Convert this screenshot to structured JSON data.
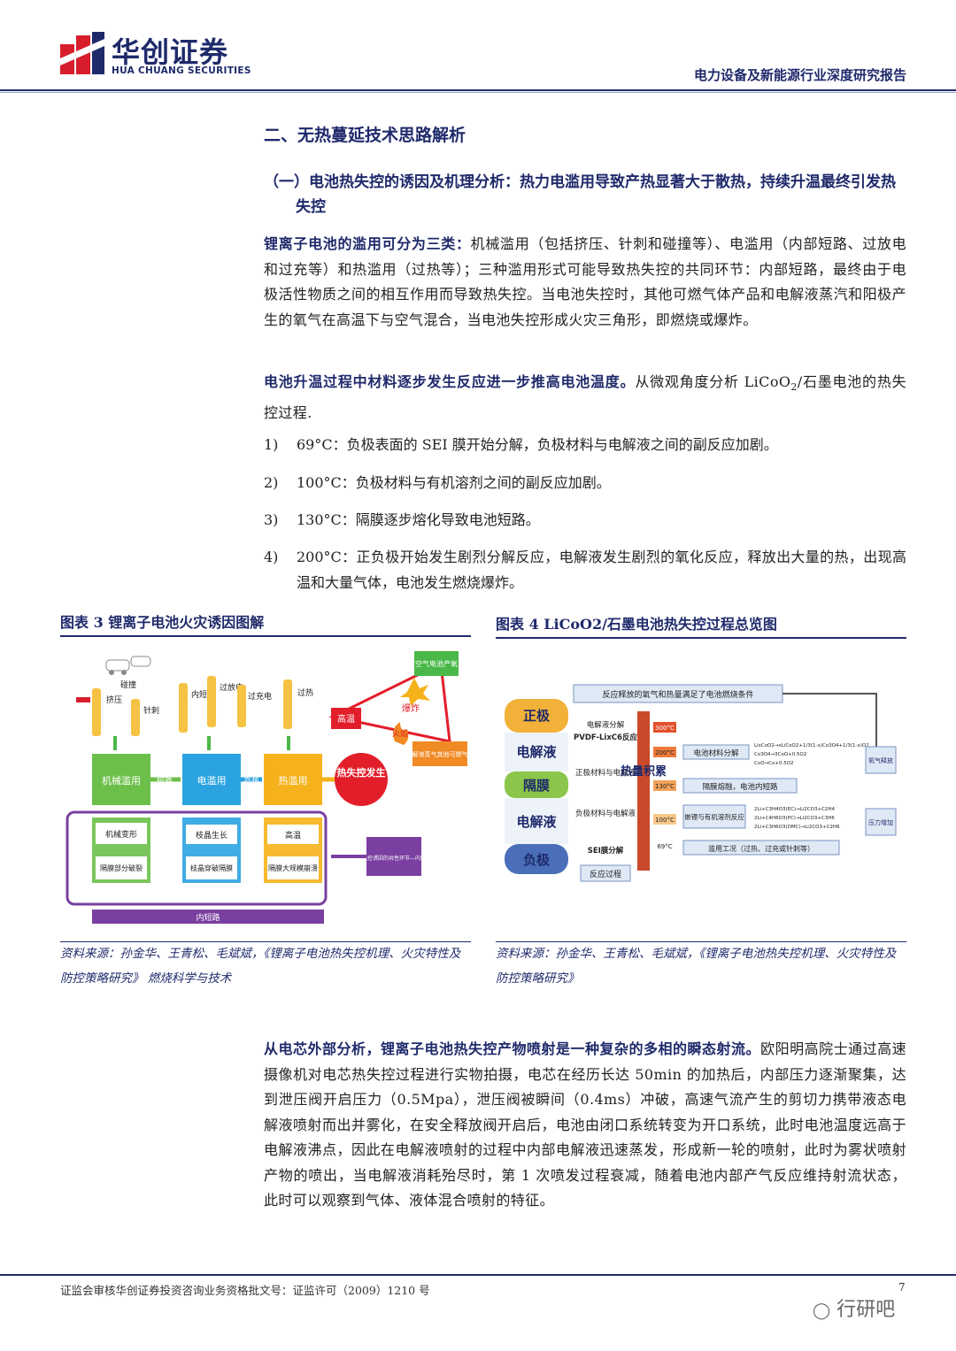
{
  "header": {
    "brand_cn": "华创证券",
    "brand_en": "HUA CHUANG SECURITIES",
    "report_type": "电力设备及新能源行业深度研究报告"
  },
  "section": {
    "title": "二、无热蔓延技术思路解析",
    "subsection": "（一）电池热失控的诱因及机理分析：热力电滥用导致产热显著大于散热，持续升温最终引发热失控"
  },
  "paragraphs": {
    "p1_lead": "锂离子电池的滥用可分为三类：",
    "p1_body": "机械滥用（包括挤压、针刺和碰撞等）、电滥用（内部短路、过放电和过充等）和热滥用（过热等）；三种滥用形式可能导致热失控的共同环节：内部短路，最终由于电极活性物质之间的相互作用而导致热失控。当电池失控时，其他可燃气体产品和电解液蒸汽和阳极产生的氧气在高温下与空气混合，当电池失控形成火灾三角形，即燃烧或爆炸。",
    "p2_lead": "电池升温过程中材料逐步发生反应进一步推高电池温度。",
    "p2_body_a": "从微观角度分析 LiCoO",
    "p2_sub": "2",
    "p2_body_b": "/石墨电池的热失控过程.",
    "p3_lead": "从电芯外部分析，锂离子电池热失控产物喷射是一种复杂的多相的瞬态射流。",
    "p3_body": "欧阳明高院士通过高速摄像机对电芯热失控过程进行实物拍摄，电芯在经历长达 50min 的加热后，内部压力逐渐聚集，达到泄压阀开启压力（0.5Mpa），泄压阀被瞬间（0.4ms）冲破，高速气流产生的剪切力携带液态电解液喷射而出并雾化，在安全释放阀开启后，电池由闭口系统转变为开口系统，此时电池温度远高于电解液沸点，因此在电解液喷射的过程中内部电解液迅速蒸发，形成新一轮的喷射，此时为雾状喷射产物的喷出，当电解液消耗殆尽时，第 1 次喷发过程衰减，随着电池内部产气反应维持射流状态，此时可以观察到气体、液体混合喷射的特征。"
  },
  "list": [
    {
      "num": "1)",
      "text": "69°C：负极表面的 SEI 膜开始分解，负极材料与电解液之间的副反应加剧。"
    },
    {
      "num": "2)",
      "text": "100°C：负极材料与有机溶剂之间的副反应加剧。"
    },
    {
      "num": "3)",
      "text": "130°C：隔膜逐步熔化导致电池短路。"
    },
    {
      "num": "4)",
      "text": "200°C：正负极开始发生剧烈分解反应，电解液发生剧烈的氧化反应，释放出大量的热，出现高温和大量气体，电池发生燃烧爆炸。"
    }
  ],
  "figure3": {
    "title": "图表 3    锂离子电池火灾诱因图解",
    "source": "资料来源：孙金华、王青松、毛斌斌，《锂离子电池热失控机理、火灾特性及防控策略研究》 燃烧科学与技术",
    "diagram": {
      "top_labels": [
        "碰撞",
        "挤压",
        "针刺",
        "内短路",
        "过放电",
        "过充电",
        "过热"
      ],
      "abuse_boxes": [
        "机械滥用",
        "电滥用",
        "热滥用"
      ],
      "arrow_labels": [
        "短路",
        "产热"
      ],
      "effects": [
        "机械变形",
        "隔膜部分破裂",
        "枝晶生长",
        "枝晶穿破隔膜",
        "高温",
        "隔膜大规模崩溃"
      ],
      "bottom_bar": "内短路",
      "center": "热失控发生",
      "triangle": [
        "高温",
        "空气电池产氧",
        "爆炸",
        "火焰",
        "电解液蒸气其他可燃气体"
      ],
      "common_note": "热失控诱因的共性环节—内短路"
    }
  },
  "figure4": {
    "title": "图表 4    LiCoO2/石墨电池热失控过程总览图",
    "source": "资料来源：孙金华、王青松、毛斌斌，《锂离子电池热失控机理、火灾特性及防控策略研究》",
    "diagram": {
      "top_banner": "反应释放的氧气和热量满足了电池燃烧条件",
      "layers": [
        "正极",
        "电解液",
        "隔膜",
        "电解液",
        "负极"
      ],
      "left_items": [
        "电解液分解",
        "PVDF-LixC6反应",
        "正极材料与电解液",
        "负极材料与电解液",
        "SEI膜分解",
        "反应过程"
      ],
      "heat_label": "热量积累",
      "temps": [
        "300°C",
        "200°C",
        "130°C",
        "100°C",
        "69°C"
      ],
      "events": [
        "电池材料分解",
        "隔膜熔融，电池内短路",
        "嵌锂与有机溶剂反应",
        "滥用工况（过热、过充或针刺等）"
      ],
      "equations": [
        "LixCoO2→xLiCoO2+1/3(1-x)Co3O4+1/3(1-x)O2",
        "Co3O4→3CoO+0.5O2",
        "CoO→Co+0.5O2",
        "2Li+C3H4O3(EC)→Li2CO3+C2H4",
        "2Li+C4H6O3(PC)→Li2CO3+C3H6",
        "2Li+C3H6O3(DMC)→Li2CO3+C2H6"
      ],
      "right_boxes": [
        "氧气释放",
        "压力增加"
      ]
    }
  },
  "footer": {
    "text": "证监会审核华创证券投资咨询业务资格批文号：证监许可（2009）1210 号",
    "page": "7",
    "watermark": "行研吧"
  }
}
